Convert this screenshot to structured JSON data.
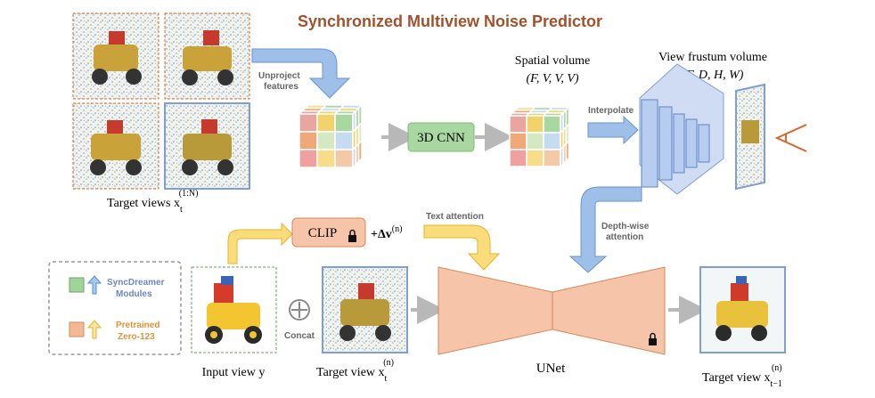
{
  "title": "Synchronized Multiview Noise Predictor",
  "labels": {
    "unproject_line1": "Unproject",
    "unproject_line2": "features",
    "cnn": "3D CNN",
    "spatial_volume": "Spatial volume",
    "spatial_volume_dims": "(F, V, V, V)",
    "interpolate": "Interpolate",
    "frustum_volume": "View frustum volume",
    "frustum_dims": "(F, D, H, W)",
    "target_views": "Target views x",
    "target_views_sup": "(1:N)",
    "target_views_sub": "t",
    "clip": "CLIP",
    "delta_v": "+Δv",
    "delta_v_sup": "(n)",
    "text_attention": "Text attention",
    "depth_line1": "Depth-wise",
    "depth_line2": "attention",
    "concat": "Concat",
    "input_view": "Input view y",
    "target_view": "Target view x",
    "target_view_sup": "(n)",
    "target_view_sub": "t",
    "unet": "UNet",
    "output_view": "Target view x",
    "output_view_sup": "(n)",
    "output_view_sub": "t−1"
  },
  "legend": {
    "items": [
      {
        "line1": "SyncDreamer",
        "line2": "Modules",
        "color": "#9fd39a",
        "arrow": "#4f8fd8"
      },
      {
        "line1": "Pretrained",
        "line2": "Zero-123",
        "color": "#f4b894",
        "arrow": "#f6c945"
      }
    ]
  },
  "colors": {
    "title": "#a0522d",
    "cnn_fill": "#a8d8a0",
    "clip_fill": "#f6c4a8",
    "unet_fill": "#f6c4a8",
    "frustum_fill": "#b7cdef",
    "blue_arrow": "#9dbfe8",
    "yellow_arrow": "#fbdc7a",
    "gray_arrow": "#b8b8b8"
  }
}
